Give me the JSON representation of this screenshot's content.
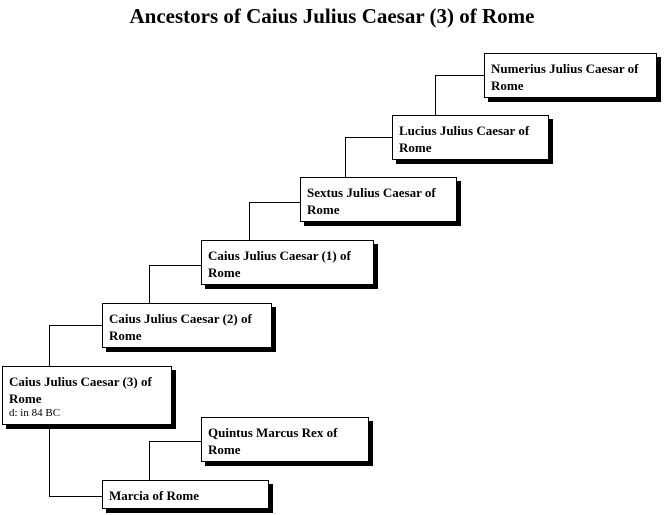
{
  "title": "Ancestors of Caius Julius Caesar (3) of Rome",
  "people": {
    "numerius": {
      "name": "Numerius Julius Caesar of Rome"
    },
    "lucius": {
      "name": "Lucius Julius Caesar of Rome"
    },
    "sextus": {
      "name": "Sextus Julius Caesar of Rome"
    },
    "caius1": {
      "name": "Caius Julius Caesar (1) of Rome"
    },
    "caius2": {
      "name": "Caius Julius Caesar (2) of Rome"
    },
    "caius3": {
      "name": "Caius Julius Caesar (3) of Rome",
      "detail": "d: in 84 BC"
    },
    "quintus": {
      "name": "Quintus Marcus Rex of Rome"
    },
    "marcia": {
      "name": "Marcia of Rome"
    }
  },
  "relationships": [
    {
      "child": "caius3",
      "father": "caius2",
      "mother": "marcia"
    },
    {
      "child": "caius2",
      "father": "caius1"
    },
    {
      "child": "caius1",
      "father": "sextus"
    },
    {
      "child": "sextus",
      "father": "lucius"
    },
    {
      "child": "lucius",
      "father": "numerius"
    },
    {
      "child": "marcia",
      "father": "quintus"
    }
  ]
}
